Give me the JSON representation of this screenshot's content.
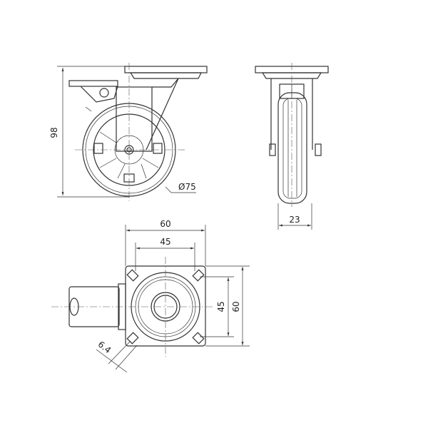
{
  "diagram": {
    "side_view": {
      "height_label": "98",
      "diameter_label": "Ø75"
    },
    "front_view": {
      "width_label": "23"
    },
    "bottom_view": {
      "plate_width_label": "60",
      "hole_spacing_width_label": "45",
      "hole_spacing_height_label": "45",
      "plate_height_label": "60",
      "hole_diameter_label": "6.4"
    },
    "colors": {
      "line": "#333333",
      "background": "#ffffff"
    }
  }
}
